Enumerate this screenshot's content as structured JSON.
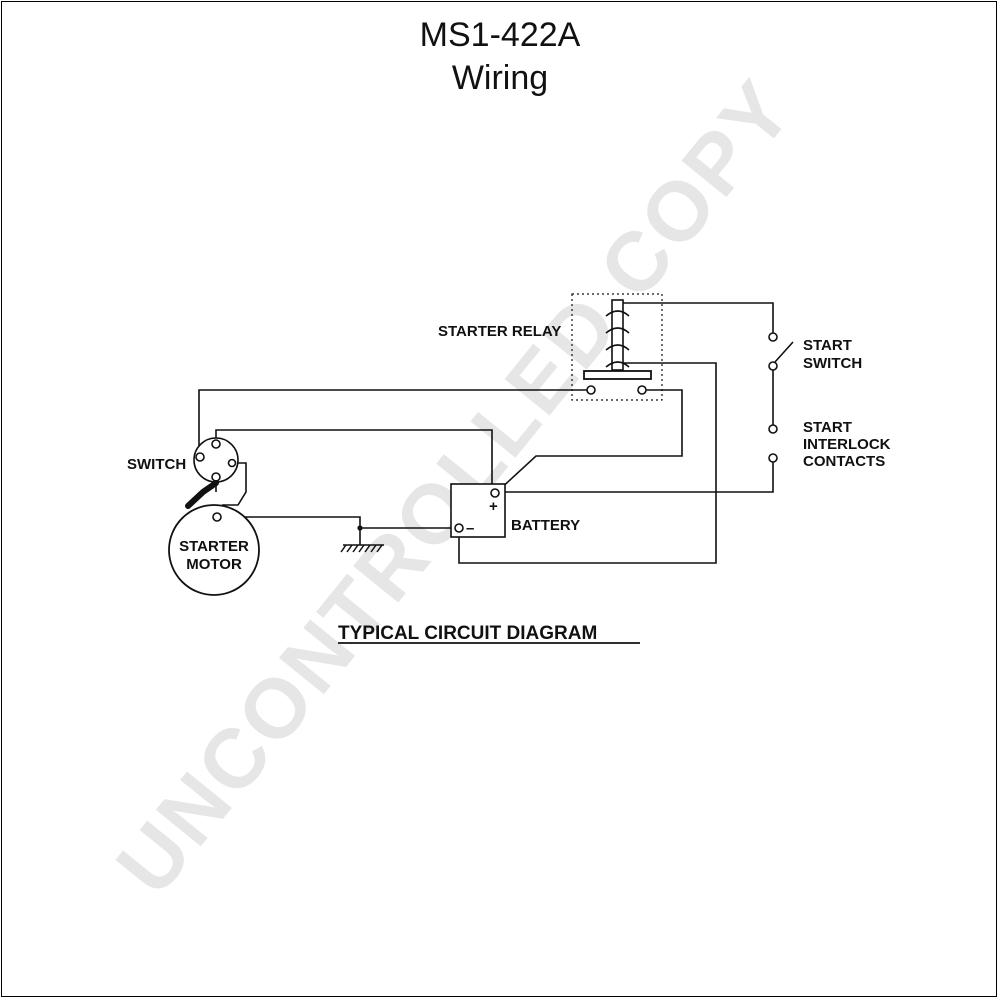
{
  "document": {
    "title": "MS1-422A",
    "subtitle": "Wiring",
    "watermark": "UNCONTROLLED COPY"
  },
  "diagram": {
    "caption": "TYPICAL CIRCUIT DIAGRAM",
    "labels": {
      "starter_relay": "STARTER RELAY",
      "switch": "SWITCH",
      "starter_motor_line1": "STARTER",
      "starter_motor_line2": "MOTOR",
      "battery": "BATTERY",
      "battery_plus": "+",
      "battery_minus": "–",
      "start_switch_line1": "START",
      "start_switch_line2": "SWITCH",
      "interlock_line1": "START",
      "interlock_line2": "INTERLOCK",
      "interlock_line3": "CONTACTS"
    }
  },
  "colors": {
    "ink": "#111111",
    "watermark": "#e6e6e6",
    "background": "#ffffff"
  }
}
